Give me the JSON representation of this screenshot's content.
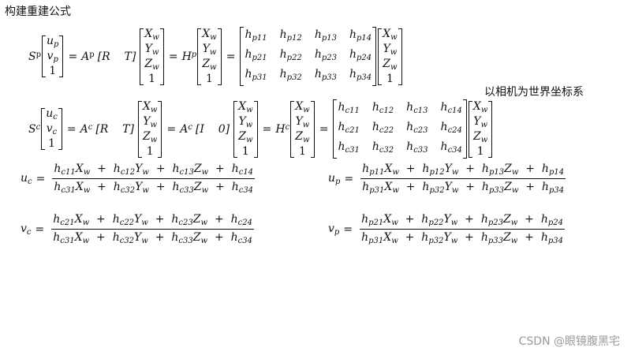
{
  "title": "构建重建公式",
  "note": "以相机为世界坐标系",
  "watermark": "CSDN @眼镜腹黑宅",
  "eq1": {
    "lhs": "S",
    "lhs_sub": "p",
    "uv": [
      "u_p",
      "v_p",
      "1"
    ],
    "A": "A",
    "A_sub": "p",
    "RT": "[R    T]",
    "world": [
      "X_w",
      "Y_w",
      "Z_w",
      "1"
    ],
    "H": "H",
    "H_sub": "p",
    "hmat": [
      [
        "h_p11",
        "h_p12",
        "h_p13",
        "h_p14"
      ],
      [
        "h_p21",
        "h_p22",
        "h_p23",
        "h_p24"
      ],
      [
        "h_p31",
        "h_p32",
        "h_p33",
        "h_p34"
      ]
    ]
  },
  "eq2": {
    "lhs": "S",
    "lhs_sub": "c",
    "uv": [
      "u_c",
      "v_c",
      "1"
    ],
    "A": "A",
    "A_sub": "c",
    "RT": "[R    T]",
    "I0": "[I    0]",
    "H": "H",
    "H_sub": "c",
    "hmat": [
      [
        "h_c11",
        "h_c12",
        "h_c13",
        "h_c14"
      ],
      [
        "h_c21",
        "h_c22",
        "h_c23",
        "h_c24"
      ],
      [
        "h_c31",
        "h_c32",
        "h_c33",
        "h_c34"
      ]
    ]
  },
  "frac_uc": {
    "lhs": "u_c",
    "num": "h_c11X_w + h_c12Y_w + h_c13Z_w + h_c14",
    "den": "h_c31X_w + h_c32Y_w + h_c33Z_w + h_c34"
  },
  "frac_vc": {
    "lhs": "v_c",
    "num": "h_c21X_w + h_c22Y_w + h_c23Z_w + h_c24",
    "den": "h_c31X_w + h_c32Y_w + h_c33Z_w + h_c34"
  },
  "frac_up": {
    "lhs": "u_p",
    "num": "h_p11X_w + h_p12Y_w + h_p13Z_w + h_p14",
    "den": "h_p31X_w + h_p32Y_w + h_p33Z_w + h_p34"
  },
  "frac_vp": {
    "lhs": "v_p",
    "num": "h_p21X_w + h_p22Y_w + h_p23Z_w + h_p24",
    "den": "h_p31X_w + h_p32Y_w + h_p33Z_w + h_p34"
  },
  "symbols": {
    "eq": "="
  }
}
